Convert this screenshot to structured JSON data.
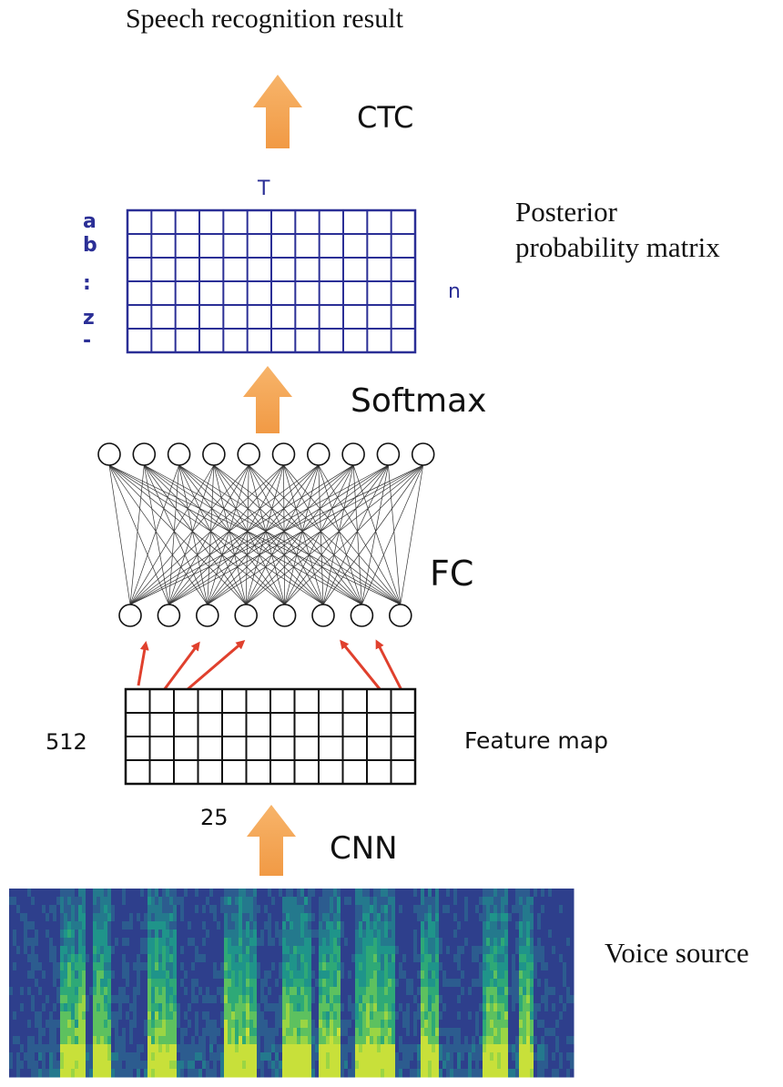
{
  "labels": {
    "result": "Speech recognition result",
    "ctc": "CTC",
    "posterior": [
      "Posterior",
      "probability matrix"
    ],
    "softmax": "Softmax",
    "fc": "FC",
    "feature_map": "Feature map",
    "cnn": "CNN",
    "voice_source": "Voice source",
    "dim_512": "512",
    "dim_25": "25",
    "matrix_t": "T",
    "matrix_n": "n",
    "matrix_rows": [
      "a",
      "b",
      ":",
      "z",
      "-"
    ]
  },
  "colors": {
    "matrix_blue": "#2b2f96",
    "arrow_orange": "#f4a85a",
    "red_arrow": "#e0402d",
    "spectrogram_dark": "#2e3f8c",
    "spectrogram_bright": "#b8de3a"
  },
  "network": {
    "top_layer_nodes": 10,
    "bottom_layer_nodes": 8,
    "posterior_matrix": {
      "rows": 6,
      "cols": 12
    },
    "feature_map": {
      "rows": 4,
      "cols": 12
    }
  }
}
